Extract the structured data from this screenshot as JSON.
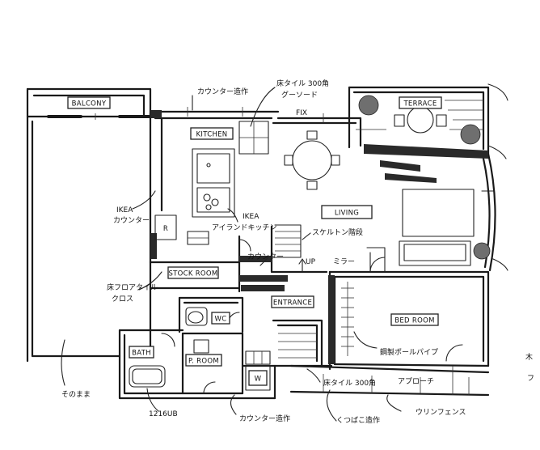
{
  "rooms": {
    "balcony": "BALCONY",
    "kitchen": "KITCHEN",
    "terrace": "TERRACE",
    "living": "LIVING",
    "stock_room": "STOCK ROOM",
    "entrance": "ENTRANCE",
    "bedroom": "BED ROOM",
    "bath": "BATH",
    "powder_room": "P. ROOM",
    "wc": "WC",
    "w": "W",
    "r": "R"
  },
  "annotations": {
    "counter_built": "カウンター造作",
    "floor_tile": "床タイル 300角",
    "gurt_board": "グーソード",
    "fix": "FIX",
    "ikea_counter_1": "IKEA",
    "ikea_counter_2": "カウンター",
    "ikea_kitchen_1": "IKEA",
    "ikea_kitchen_2": "アイランドキッチン",
    "skeleton_stairs": "スケルトン階段",
    "counter_small": "カウンター",
    "up": "UP",
    "mirror": "ミラー",
    "floor_flooring_1": "床フロアタイル",
    "floor_flooring_2": "クロス",
    "steel_pipe": "鋼製ポールパイプ",
    "approach": "アプローチ",
    "as_is": "そのまま",
    "ub": "1216UB",
    "counter_bottom": "カウンター造作",
    "shoes_built": "くつばこ造作",
    "floor_tile_bottom": "床タイル 300角",
    "urin_fence": "ウリンフェンス",
    "edge_char_1": "木",
    "edge_char_2": "フ"
  }
}
